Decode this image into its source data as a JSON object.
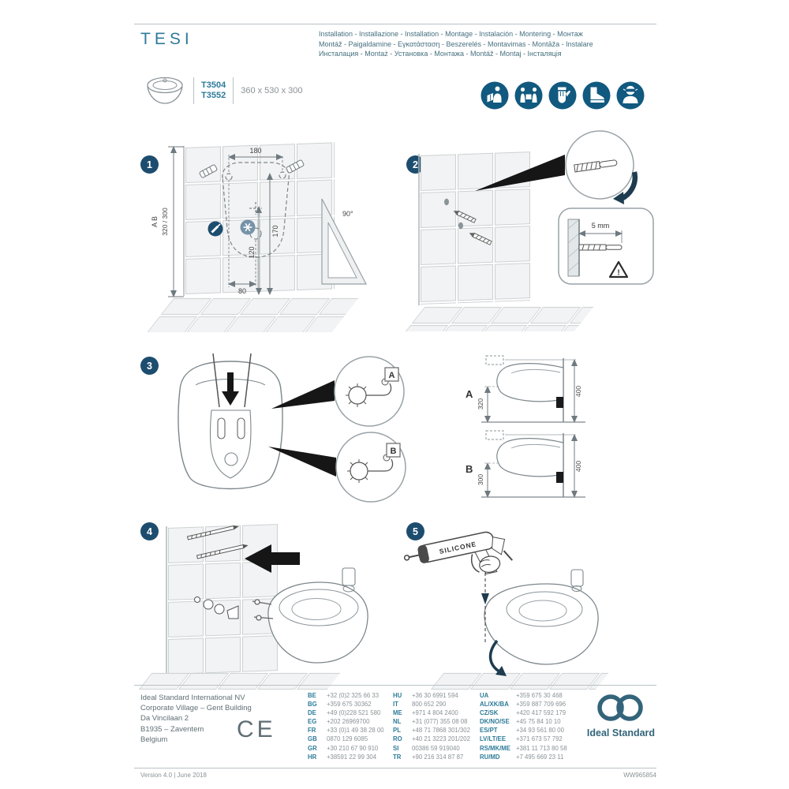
{
  "header": {
    "title": "TESI",
    "languages_line1": "Installation - Installazione - Installation - Montage - Instalación - Montering - Монтаж",
    "languages_line2": "Montáž - Paigaldamine - Εγκατάσταση - Beszerelés - Montavimas - Montāža - Instalare",
    "languages_line3": "Инсталация - Montaż - Установка - Монтажа - Montáž - Montaj - Інсталяція"
  },
  "product": {
    "code_top": "T3504",
    "code_bottom": "T3552",
    "dimensions": "360 x 530 x 300"
  },
  "safety": {
    "icons": [
      "read-instructions",
      "two-person-lift",
      "protective-gloves",
      "safety-boots",
      "safety-glasses"
    ],
    "color": "#11597f"
  },
  "steps": [
    "1",
    "2",
    "3",
    "4",
    "5"
  ],
  "step1": {
    "dim_width": "180",
    "dim_height_outer": "170",
    "dim_height_inner": "120",
    "dim_offset": "80",
    "model_labels": "A B",
    "model_heights": "320 / 300",
    "angle": "90°"
  },
  "step2": {
    "protrusion": "5 mm",
    "warning": "!"
  },
  "step3": {
    "callout_a": "A",
    "callout_b": "B",
    "view_a": {
      "label": "A",
      "height": "320",
      "total": "400"
    },
    "view_b": {
      "label": "B",
      "height": "300",
      "total": "400"
    }
  },
  "step5": {
    "cartridge": "SILICONE"
  },
  "footer": {
    "company_lines": [
      "Ideal Standard International NV",
      "Corporate Village – Gent Building",
      "Da Vincilaan 2",
      "B1935 – Zaventem",
      "Belgium"
    ],
    "ce_mark": "CE",
    "phones_col1": [
      {
        "cc": "BE",
        "num": "+32 (0)2 325 66 33"
      },
      {
        "cc": "BG",
        "num": "+359 675 30362"
      },
      {
        "cc": "DE",
        "num": "+49 (0)228 521 580"
      },
      {
        "cc": "EG",
        "num": "+202 26969700"
      },
      {
        "cc": "FR",
        "num": "+33 (0)1 49 38 28 00"
      },
      {
        "cc": "GB",
        "num": "0870 129 6085"
      },
      {
        "cc": "GR",
        "num": "+30 210 67 90 910"
      },
      {
        "cc": "HR",
        "num": "+38591 22 99 304"
      }
    ],
    "phones_col2": [
      {
        "cc": "HU",
        "num": "+36 30 6991 594"
      },
      {
        "cc": "IT",
        "num": "800 652 290"
      },
      {
        "cc": "ME",
        "num": "+971 4 804 2400"
      },
      {
        "cc": "NL",
        "num": "+31 (077) 355 08 08"
      },
      {
        "cc": "PL",
        "num": "+48 71 7868 301/302"
      },
      {
        "cc": "RO",
        "num": "+40 21 3223 201/202"
      },
      {
        "cc": "SI",
        "num": "00386 59 919040"
      },
      {
        "cc": "TR",
        "num": "+90 216 314 87 87"
      }
    ],
    "phones_col3": [
      {
        "cc": "UA",
        "num": "+359 675 30 468"
      },
      {
        "cc": "AL/XK/BA",
        "num": "+359 887 709 696"
      },
      {
        "cc": "CZ/SK",
        "num": "+420 417 592 179"
      },
      {
        "cc": "DK/NO/SE",
        "num": "+45 75 84 10 10"
      },
      {
        "cc": "ES/PT",
        "num": "+34 93 561 80 00"
      },
      {
        "cc": "LV/LT/EE",
        "num": "+371 673 57 792"
      },
      {
        "cc": "RS/MK/ME",
        "num": "+381 11 713 80 58"
      },
      {
        "cc": "RU/MD",
        "num": "+7 495 669 23 11"
      }
    ],
    "brand": "Ideal Standard",
    "version_line": "Version 4.0 | June 2018",
    "doc_code": "WW965854"
  },
  "colors": {
    "accent": "#2e7b99",
    "navy": "#1d4d6e",
    "text_gray": "#8a9296",
    "line_gray": "#b9c2c6"
  }
}
